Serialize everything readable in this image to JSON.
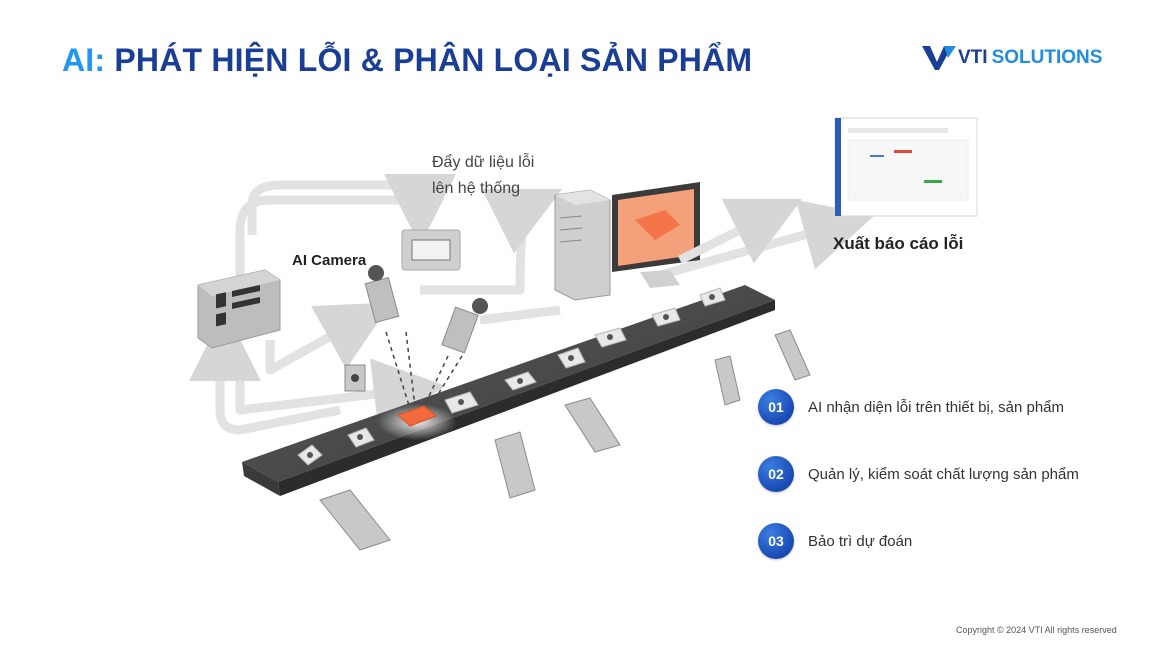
{
  "slide": {
    "title_prefix": "AI:",
    "title_rest": "PHÁT HIỆN LỖI & PHÂN LOẠI SẢN PHẨM"
  },
  "logo": {
    "word1": "VTI",
    "word2": "SOLUTIONS"
  },
  "diagram": {
    "push_label_line1": "Đẩy dữ liệu lỗi",
    "push_label_line2": "lên hệ thống",
    "camera_label": "AI Camera",
    "report_label": "Xuất báo cáo lỗi"
  },
  "benefits": [
    {
      "number": "01",
      "text": "AI nhận diện lỗi trên thiết bị, sản phẩm"
    },
    {
      "number": "02",
      "text": "Quản lý, kiểm soát chất lượng sản phẩm"
    },
    {
      "number": "03",
      "text": "Bảo trì dự đoán"
    }
  ],
  "footer": {
    "copyright": "Copyright © 2024 VTI All rights reserved"
  },
  "colors": {
    "title_dark": "#1a3e96",
    "title_accent": "#2196f3",
    "badge": "#1a49b3",
    "defect_highlight": "#f26a3d"
  }
}
